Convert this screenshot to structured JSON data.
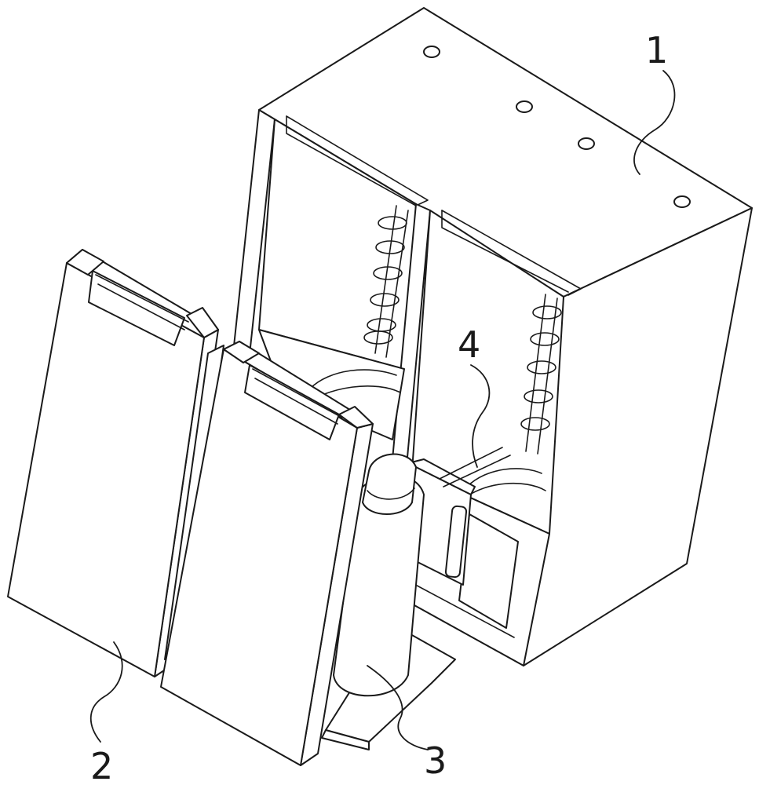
{
  "figure": {
    "labels": [
      {
        "id": "housing",
        "text": "1"
      },
      {
        "id": "left-door",
        "text": "2"
      },
      {
        "id": "motor",
        "text": "3"
      },
      {
        "id": "linkage",
        "text": "4"
      }
    ]
  }
}
